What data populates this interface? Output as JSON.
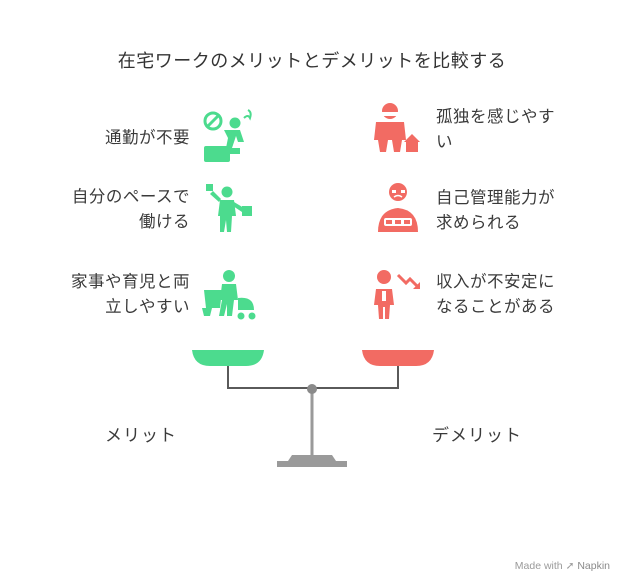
{
  "title": "在宅ワークのメリットとデメリットを比較する",
  "merits": {
    "label": "メリット",
    "color": "#4cdb8e",
    "items": [
      {
        "line1": "通勤が不要",
        "line2": "",
        "icon": "no-commute-icon"
      },
      {
        "line1": "自分のペースで",
        "line2": "働ける",
        "icon": "juggling-worker-icon"
      },
      {
        "line1": "家事や育児と両",
        "line2": "立しやすい",
        "icon": "parent-with-stroller-icon"
      }
    ]
  },
  "demerits": {
    "label": "デメリット",
    "color": "#f26b63",
    "items": [
      {
        "line1": "孤独を感じやす",
        "line2": "い",
        "icon": "lonely-person-icon"
      },
      {
        "line1": "自己管理能力が",
        "line2": "求められる",
        "icon": "stressed-person-icon"
      },
      {
        "line1": "収入が不安定に",
        "line2": "なることがある",
        "icon": "income-decline-icon"
      }
    ]
  },
  "credit": {
    "prefix": "Made with",
    "brand": "Napkin"
  }
}
